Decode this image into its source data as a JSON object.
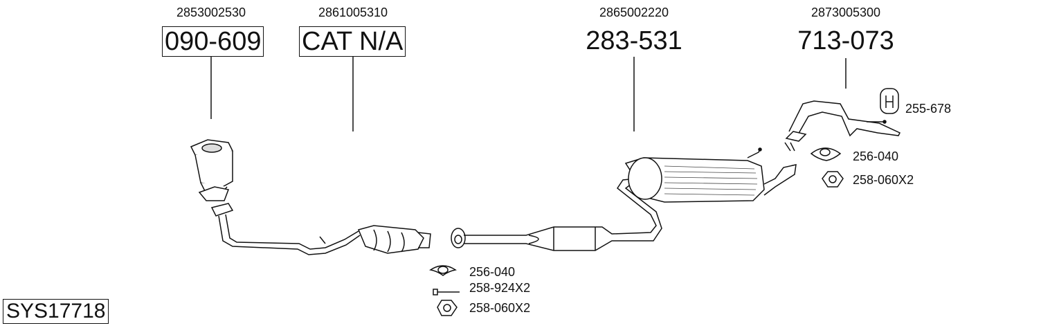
{
  "parts": [
    {
      "oem": "2853002530",
      "number": "090-609",
      "boxed": true
    },
    {
      "oem": "2861005310",
      "number": "CAT N/A",
      "boxed": true
    },
    {
      "oem": "2865002220",
      "number": "283-531",
      "boxed": false
    },
    {
      "oem": "2873005300",
      "number": "713-073",
      "boxed": false
    }
  ],
  "accessories_front": [
    {
      "icon": "gasket-icon",
      "label": "256-040"
    },
    {
      "icon": "bolt-icon",
      "label": "258-924X2"
    },
    {
      "icon": "nut-icon",
      "label": "258-060X2"
    }
  ],
  "accessories_rear": [
    {
      "icon": "hanger-icon",
      "label": "255-678"
    },
    {
      "icon": "gasket-icon",
      "label": "256-040"
    },
    {
      "icon": "nut-icon",
      "label": "258-060X2"
    }
  ],
  "system_id": "SYS17718"
}
